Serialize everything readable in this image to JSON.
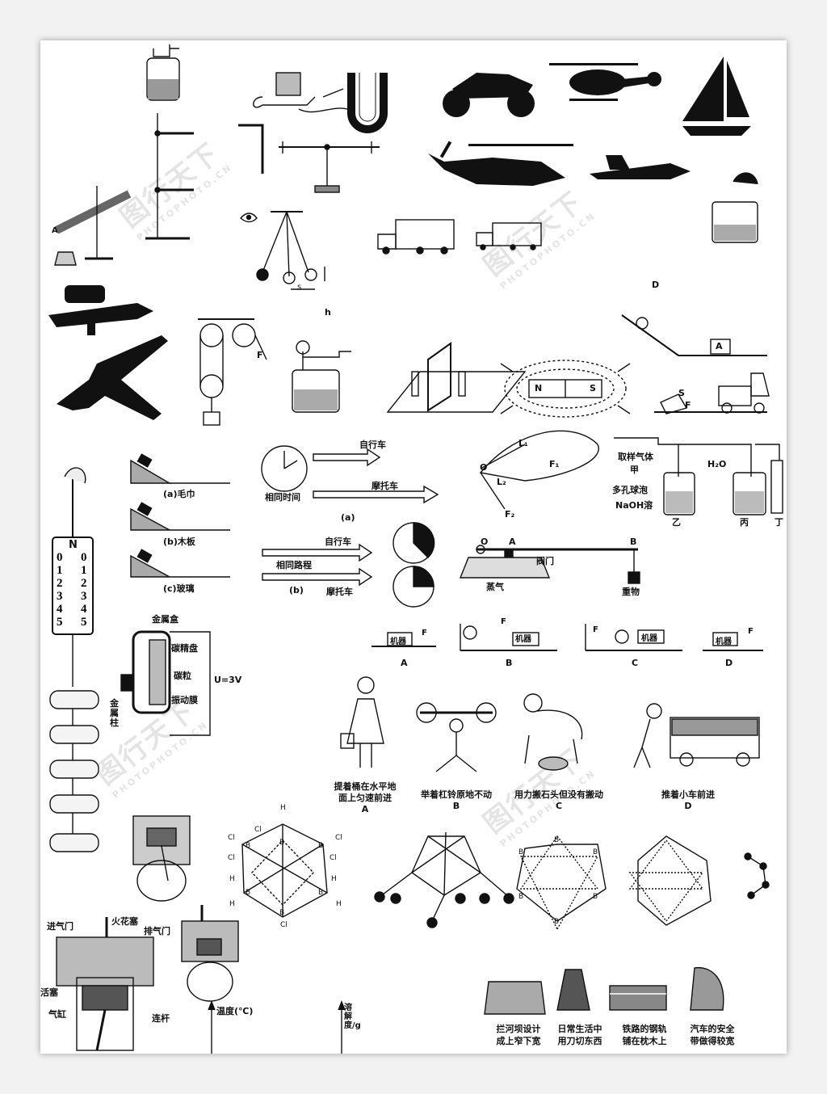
{
  "watermark": {
    "cn": "图行天下",
    "en": "PHOTOPHOTO.CN"
  },
  "panel_D_top": "D",
  "speed_compare": {
    "bike": "自行车",
    "moto": "摩托车",
    "same_time": "相同时间",
    "fig_a": "(a)",
    "same_distance": "相同路程",
    "fig_b": "(b)"
  },
  "incline": {
    "a": "(a)毛巾",
    "b": "(b)木板",
    "c": "(c)玻璃"
  },
  "lever": {
    "L1": "L₁",
    "F1": "F₁",
    "O": "O",
    "L2": "L₂",
    "F2": "F₂"
  },
  "valve": {
    "O": "O",
    "A": "A",
    "B": "B",
    "valve": "阀门",
    "steam": "蒸气",
    "weight": "重物"
  },
  "gas_setup": {
    "sample": "取样气体",
    "jia": "甲",
    "bubble": "多孔球泡",
    "naoh": "NaOH溶",
    "yi": "乙",
    "h2o": "H₂O",
    "bing": "丙",
    "ding": "丁"
  },
  "machines": {
    "label": "机器",
    "F": "F",
    "options": [
      "A",
      "B",
      "C",
      "D"
    ]
  },
  "mic": {
    "metal_box": "金属盒",
    "carbon_plate": "碳精盘",
    "carbon_grain": "碳粒",
    "diaphragm": "振动膜",
    "metal_post": "金属柱",
    "voltage": "U=3V"
  },
  "scale": {
    "N": "N",
    "ticks": [
      "0",
      "1",
      "2",
      "3",
      "4",
      "5"
    ]
  },
  "work": {
    "captions": [
      [
        "提着桶在水平地",
        "面上匀速前进"
      ],
      [
        "举着杠铃原地不动"
      ],
      [
        "用力搬石头但没有搬动"
      ],
      [
        "推着小车前进"
      ]
    ],
    "letters": [
      "A",
      "B",
      "C",
      "D"
    ]
  },
  "molecule": {
    "H": "H",
    "Cl": "Cl",
    "B": "B"
  },
  "engine": {
    "intake": "进气门",
    "spark": "火花塞",
    "exhaust": "排气门",
    "piston": "活塞",
    "cylinder": "气缸",
    "rod": "连杆"
  },
  "axes": {
    "temp": "温度(℃)",
    "solubility": "溶解度/g"
  },
  "pressure_captions": [
    [
      "拦河坝设计",
      "成上窄下宽"
    ],
    [
      "日常生活中",
      "用刀切东西"
    ],
    [
      "铁路的钢轨",
      "铺在枕木上"
    ],
    [
      "汽车的安全",
      "带做得较宽"
    ]
  ],
  "magnet": {
    "N": "N",
    "S": "S"
  },
  "ramp_label": "A",
  "pendulum_h": "h",
  "pendulum_s": "s",
  "pulley_F": "F",
  "truck_S": "S",
  "truck_F": "F"
}
